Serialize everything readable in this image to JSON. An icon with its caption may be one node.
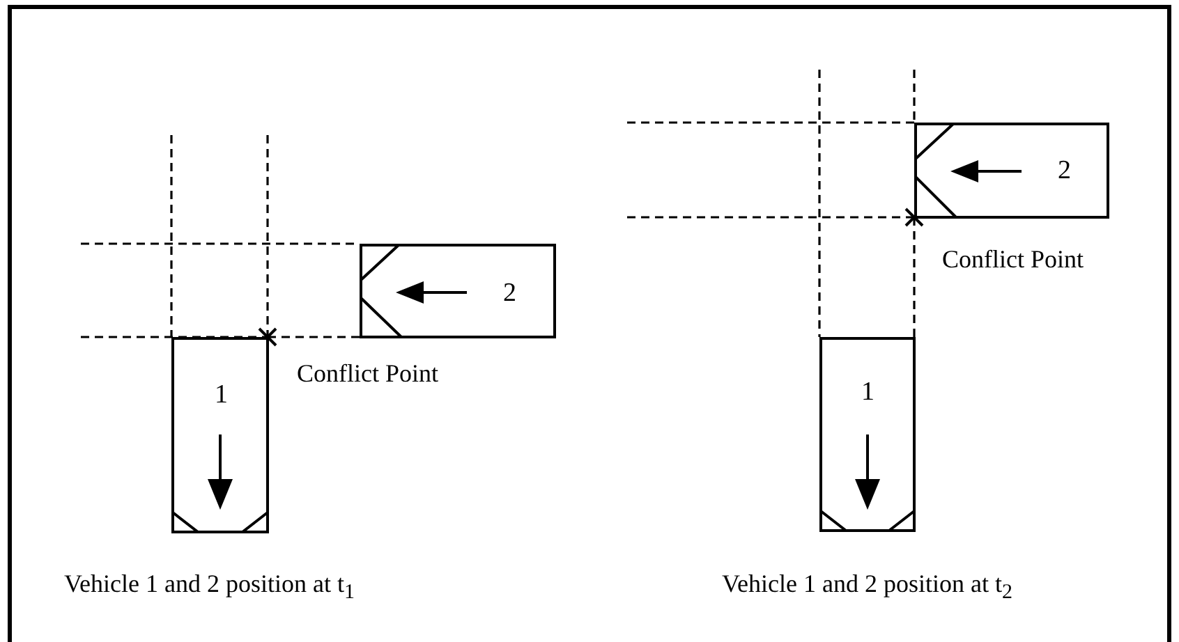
{
  "diagram": {
    "nodes": [
      {
        "text": [
          "2"
        ]
      },
      {
        "text": [
          "1"
        ]
      },
      {
        "text": [
          "2"
        ]
      },
      {
        "text": [
          "1"
        ]
      }
    ],
    "labels": [
      "Conflict Point",
      "Vehicle 1 and 2 position at t$_{1}$",
      "Conflict Point",
      "Vehicle 1 and 2 position at t$_{2}$"
    ]
  }
}
